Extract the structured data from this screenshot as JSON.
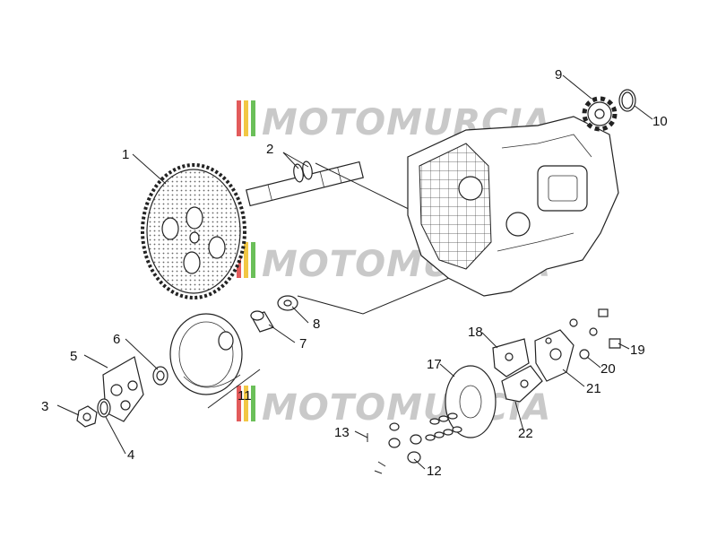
{
  "watermark": {
    "text": "MOTOMURCIA",
    "stripe_colors": [
      "#e25b5b",
      "#f2c744",
      "#6bbf59"
    ]
  },
  "labels": {
    "p1": "1",
    "p2": "2",
    "p3": "3",
    "p4": "4",
    "p5": "5",
    "p6": "6",
    "p7": "7",
    "p8": "8",
    "p9": "9",
    "p10": "10",
    "p11": "11",
    "p12": "12",
    "p13": "13",
    "p17": "17",
    "p18": "18",
    "p19": "19",
    "p20": "20",
    "p21": "21",
    "p22": "22"
  }
}
